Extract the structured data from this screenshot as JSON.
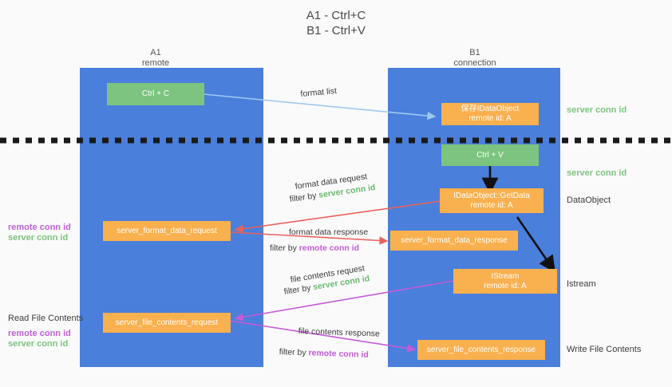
{
  "title": "A1 - Ctrl+C\nB1 - Ctrl+V",
  "columns": {
    "left": "A1\nremote",
    "right": "B1\nconnection"
  },
  "colors": {
    "panel": "#4a7fdb",
    "green_box": "#7cc47f",
    "orange_box": "#f9b04e",
    "server_conn_id": "#7cc47f",
    "remote_conn_id": "#c060d8",
    "arrow_format_list": "#9ec9ef",
    "arrow_format_data": "#e8625c",
    "arrow_file_contents": "#c45bd8",
    "arrow_black": "#1a1a1a"
  },
  "boxes": {
    "ctrl_c": "Ctrl + C",
    "ctrl_v": "Ctrl + V",
    "save_dataobject": "保存IDataObject\nremote id: A",
    "getdata": "IDataObject::GetData\nremote id: A",
    "istream": "IStream\nremote id: A",
    "server_format_data_request": "server_format_data_request",
    "server_format_data_response": "server_format_data_response",
    "server_file_contents_request": "server_file_contents_request",
    "server_file_contents_response": "server_file_contents_response"
  },
  "right_labels": {
    "server_conn_id_top": "server conn id",
    "server_conn_id_mid": "server conn id",
    "dataobject": "DataObject",
    "istream": "Istream",
    "write_file_contents": "Write File Contents"
  },
  "left_labels": {
    "remote_conn_id_1": "remote conn id",
    "server_conn_id_1": "server conn id",
    "read_file_contents": "Read File Contents",
    "remote_conn_id_2": "remote conn id",
    "server_conn_id_2": "server conn id"
  },
  "edges": {
    "format_list": "format list",
    "format_data_request": "format data request",
    "format_data_request_filter_prefix": "filter by ",
    "format_data_request_filter_value": "server conn id",
    "format_data_response": "format data response",
    "format_data_response_filter_prefix": "filter by ",
    "format_data_response_filter_value": "remote conn id",
    "file_contents_request": "file contents request",
    "file_contents_request_filter_prefix": "filter by ",
    "file_contents_request_filter_value": "server conn id",
    "file_contents_response": "file contents response",
    "file_contents_response_filter_prefix": "filter by ",
    "file_contents_response_filter_value": "remote conn id"
  }
}
